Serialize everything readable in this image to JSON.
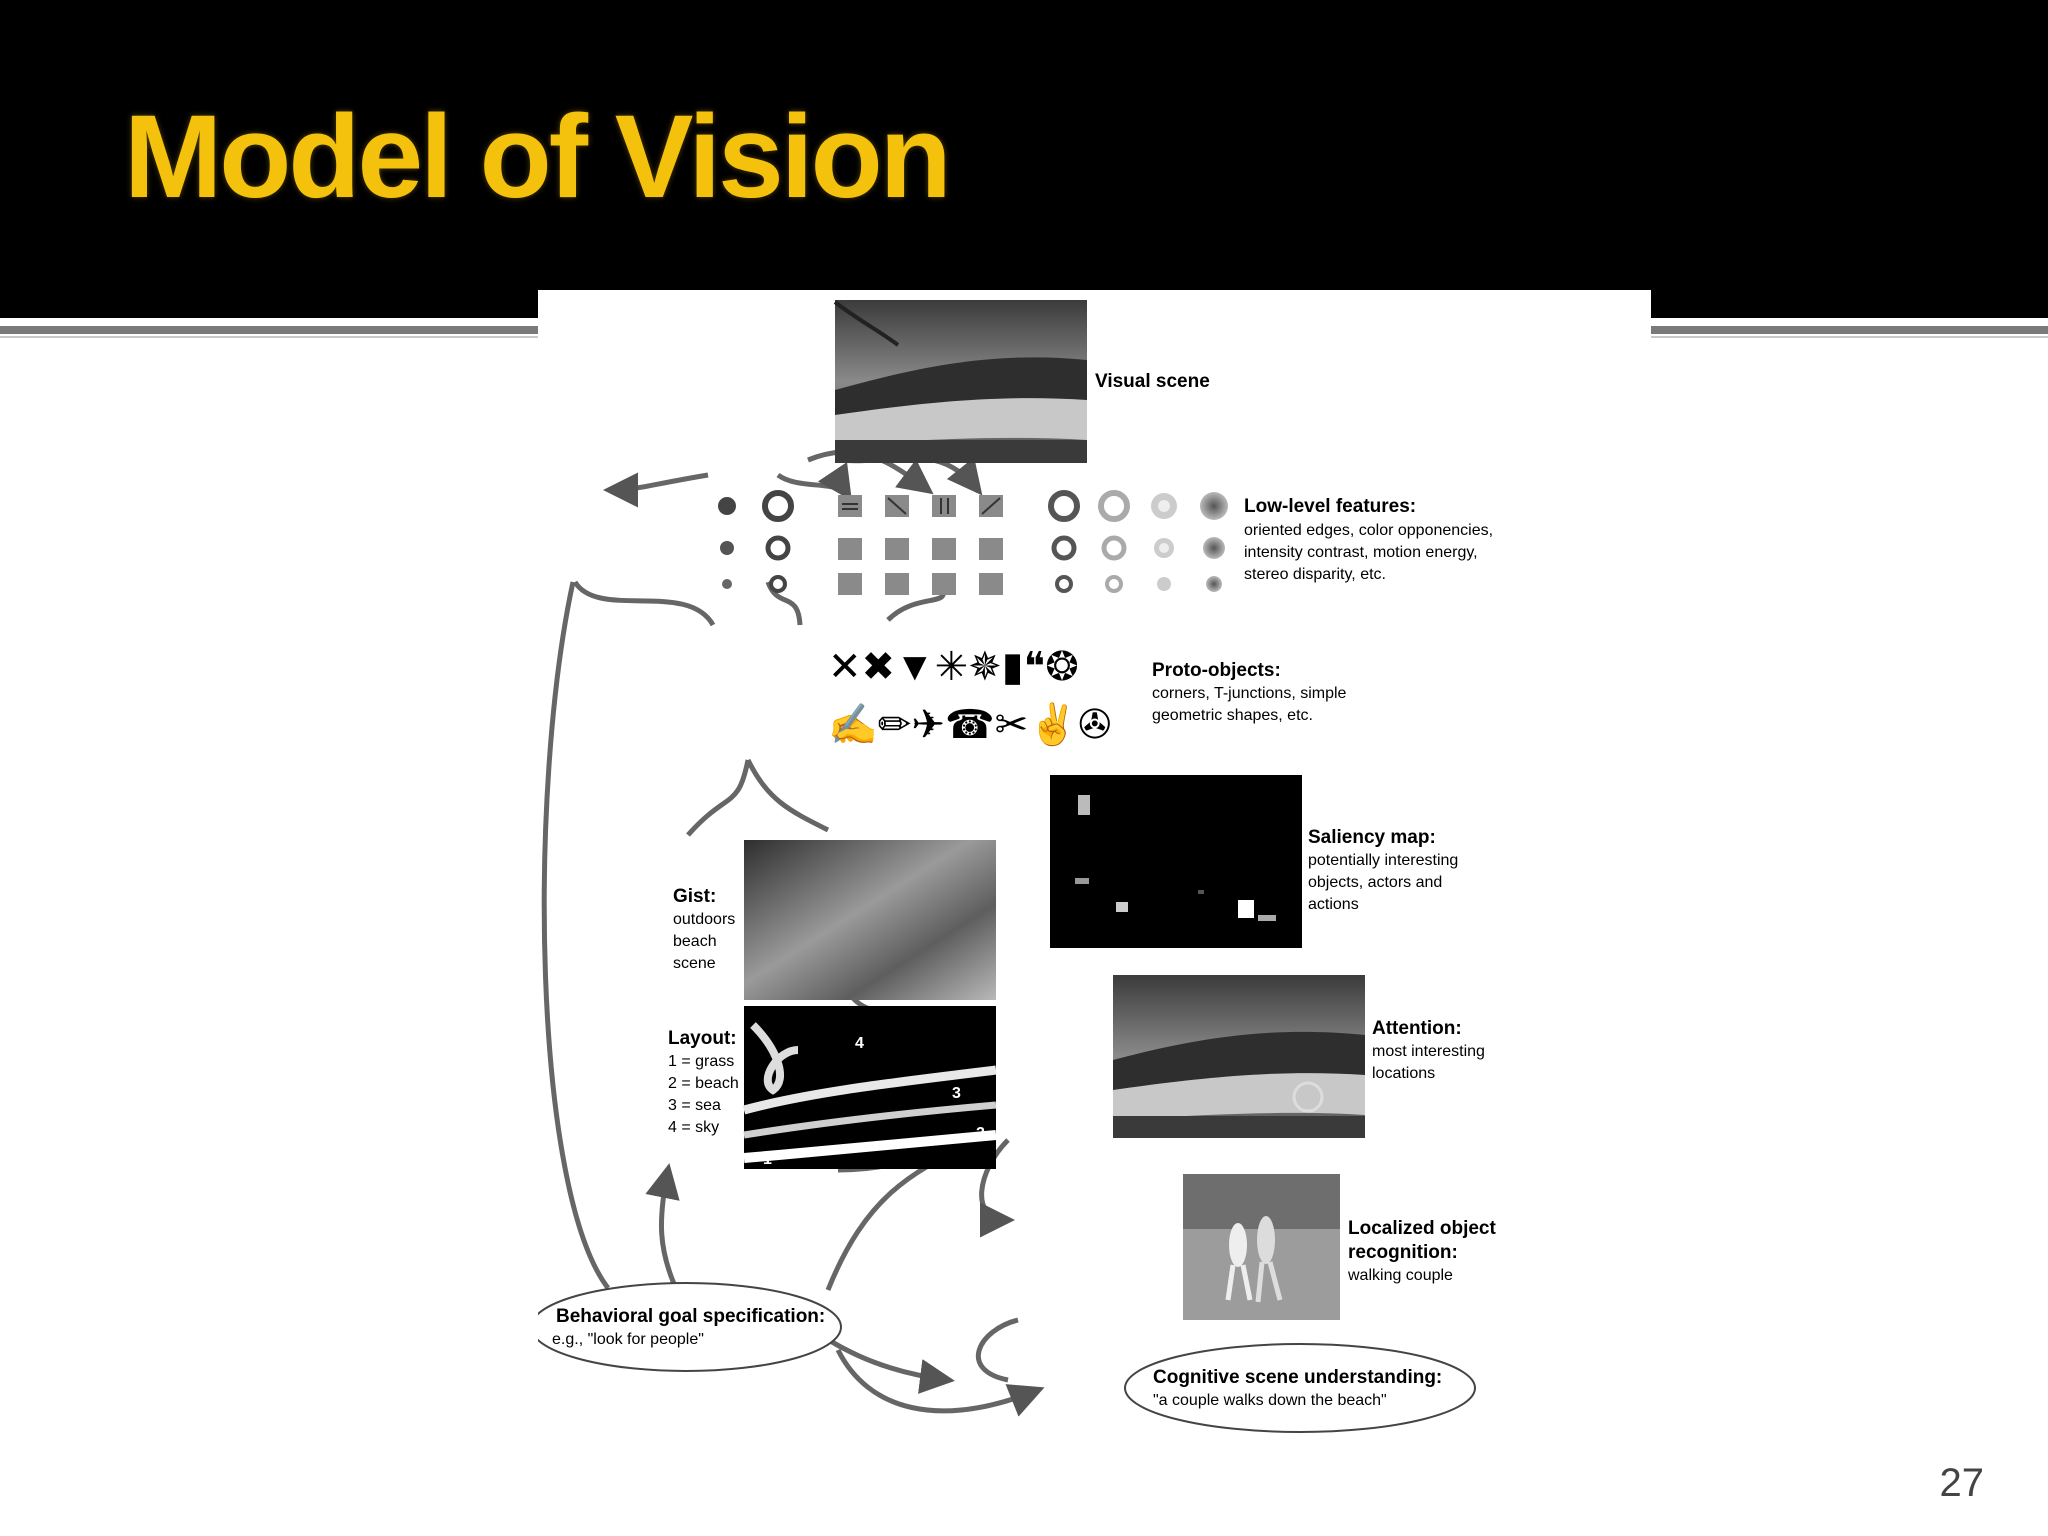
{
  "slide": {
    "title": "Model of Vision",
    "page_number": "27"
  },
  "diagram": {
    "visual_scene": {
      "label": "Visual scene"
    },
    "low_level": {
      "label": "Low-level features:",
      "desc": [
        "oriented edges, color opponencies,",
        "intensity contrast, motion energy,",
        "stereo disparity, etc."
      ]
    },
    "proto_objects": {
      "label": "Proto-objects:",
      "desc": [
        "corners, T-junctions, simple",
        "geometric shapes, etc."
      ],
      "glyphs_row1": "✕✖▼✳✵▮❝❂",
      "glyphs_row2": "✍✏✈☎✂✌✇"
    },
    "saliency": {
      "label": "Saliency map:",
      "desc": [
        "potentially interesting",
        "objects, actors and",
        "actions"
      ]
    },
    "gist": {
      "label": "Gist:",
      "desc": [
        "outdoors",
        "beach",
        "scene"
      ]
    },
    "layout": {
      "label": "Layout:",
      "desc": [
        "1 = grass",
        "2 = beach",
        "3 = sea",
        "4 = sky"
      ],
      "region_labels": [
        "1",
        "2",
        "3",
        "4"
      ]
    },
    "attention": {
      "label": "Attention:",
      "desc": [
        "most interesting",
        "locations"
      ]
    },
    "object_recognition": {
      "label": [
        "Localized object",
        "recognition:"
      ],
      "desc": "walking couple"
    },
    "behavioral_goal": {
      "label": "Behavioral goal specification:",
      "desc": "e.g., \"look for people\""
    },
    "cognitive": {
      "label": "Cognitive scene understanding:",
      "desc": "\"a couple walks down the beach\""
    }
  }
}
